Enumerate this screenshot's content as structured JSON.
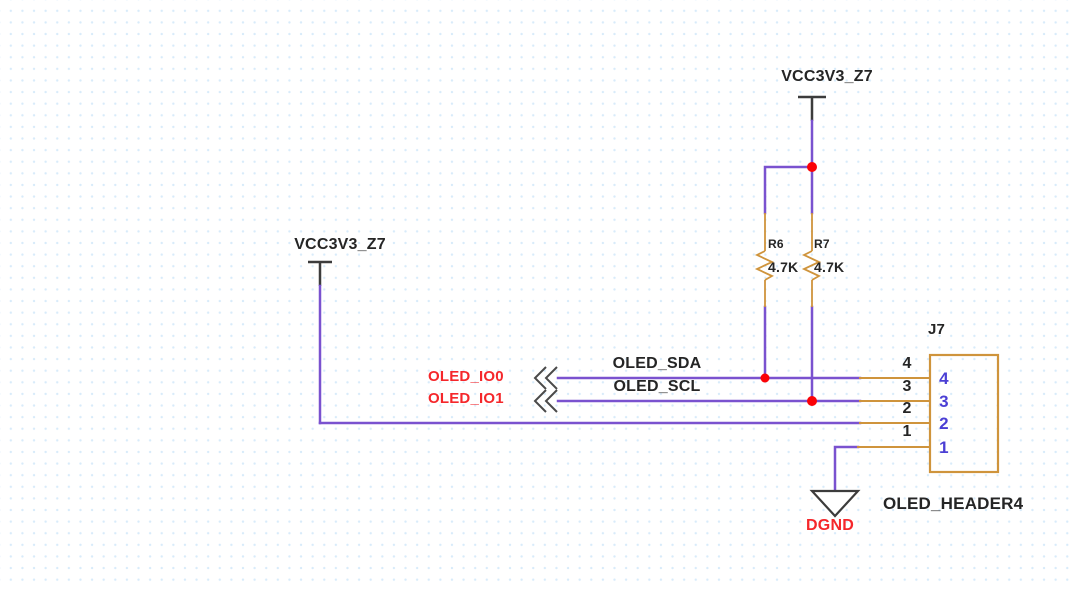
{
  "schematic": {
    "power_rails": {
      "top": {
        "label": "VCC3V3_Z7"
      },
      "left": {
        "label": "VCC3V3_Z7"
      }
    },
    "resistors": [
      {
        "ref": "R6",
        "value": "4.7K"
      },
      {
        "ref": "R7",
        "value": "4.7K"
      }
    ],
    "net_labels": {
      "sda": "OLED_SDA",
      "scl": "OLED_SCL"
    },
    "ports": [
      {
        "label": "OLED_IO0"
      },
      {
        "label": "OLED_IO1"
      }
    ],
    "connector": {
      "designator": "J7",
      "comment": "OLED_HEADER4",
      "pins": [
        {
          "number": "4"
        },
        {
          "number": "3"
        },
        {
          "number": "2"
        },
        {
          "number": "1"
        }
      ]
    },
    "ground": {
      "label": "DGND"
    },
    "colors": {
      "wire": "#7a52cf",
      "component_outline": "#cf943c",
      "junction_dot": "#fb0207",
      "port_text": "#f5272b",
      "pin_number_inner": "#4b3fd4",
      "pin_number_outer": "#252525",
      "text": "#252525",
      "symbol": "#3c3c3c",
      "grid_dot": "#d8ebfa",
      "background": "#ffffff"
    }
  }
}
